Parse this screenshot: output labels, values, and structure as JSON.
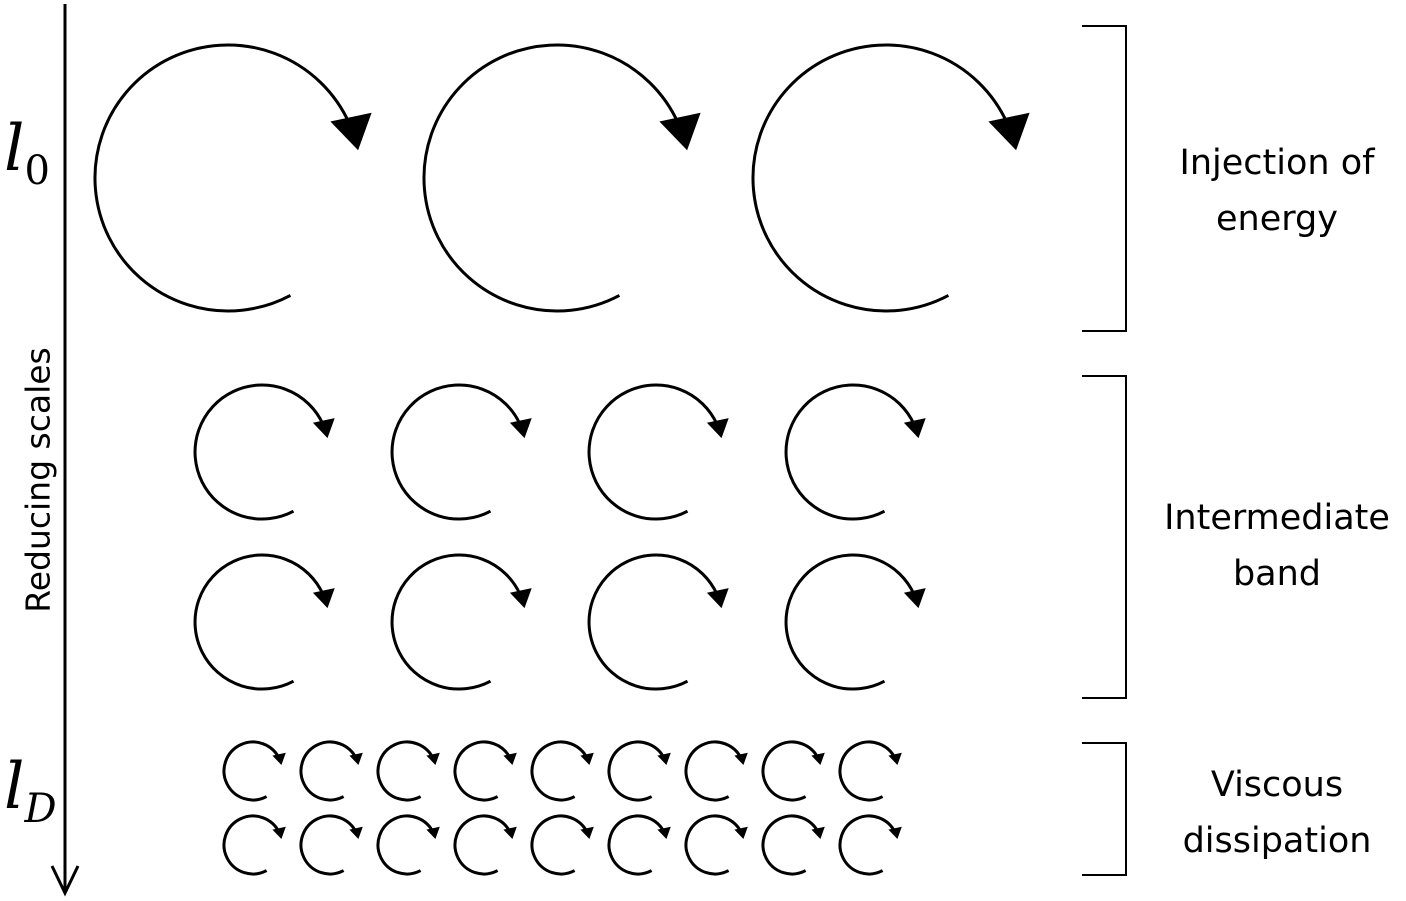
{
  "scale_axis": {
    "label": "Reducing scales",
    "top_symbol": {
      "base": "l",
      "subscript": "0"
    },
    "bottom_symbol": {
      "base": "l",
      "subscript": "D"
    }
  },
  "bands": [
    {
      "id": "injection",
      "label_lines": [
        "Injection of",
        "energy"
      ],
      "eddy_rows": 1,
      "eddy_columns": 3
    },
    {
      "id": "intermediate",
      "label_lines": [
        "Intermediate",
        "band"
      ],
      "eddy_rows": 2,
      "eddy_columns": 4
    },
    {
      "id": "viscous",
      "label_lines": [
        "Viscous",
        "dissipation"
      ],
      "eddy_rows": 2,
      "eddy_columns": 9
    }
  ],
  "colors": {
    "stroke": "#000000",
    "background": "#ffffff"
  }
}
